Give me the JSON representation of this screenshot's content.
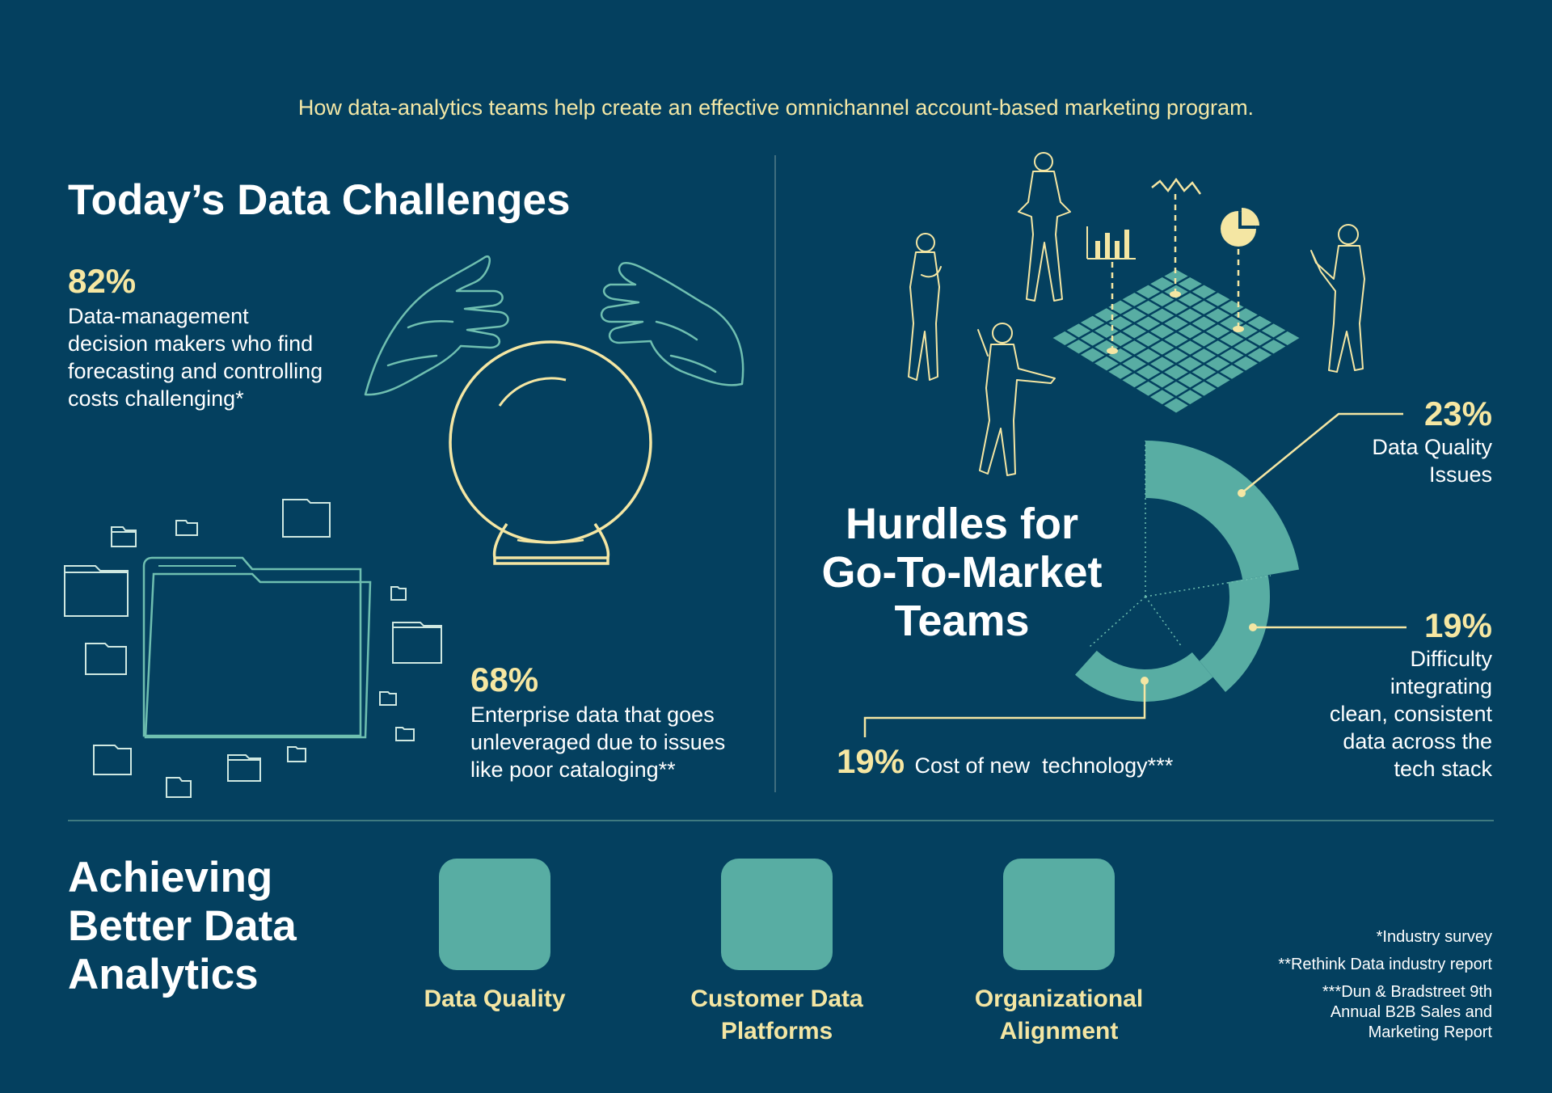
{
  "subtitle": "How data-analytics teams help create an effective omnichannel account-based marketing program.",
  "challenges": {
    "title": "Today’s Data Challenges",
    "stat1": {
      "value": "82%",
      "lines": [
        "Data-management",
        "decision makers who find",
        "forecasting and controlling",
        "costs challenging*"
      ]
    },
    "stat2": {
      "value": "68%",
      "lines": [
        "Enterprise data that goes",
        "unleveraged due to issues",
        "like poor cataloging**"
      ]
    }
  },
  "hurdles": {
    "title_lines": [
      "Hurdles for",
      "Go-To-Market",
      "Teams"
    ],
    "items": [
      {
        "value": "23%",
        "lines": [
          "Data Quality",
          "Issues"
        ]
      },
      {
        "value": "19%",
        "lines": [
          "Difficulty",
          "integrating",
          "clean, consistent",
          "data across the",
          "tech stack"
        ]
      },
      {
        "value": "19%",
        "label": "Cost of new  technology***"
      }
    ]
  },
  "achieving": {
    "title_lines": [
      "Achieving",
      "Better Data",
      "Analytics"
    ],
    "tiles": [
      {
        "lines": [
          "Data Quality"
        ]
      },
      {
        "lines": [
          "Customer Data",
          "Platforms"
        ]
      },
      {
        "lines": [
          "Organizational",
          "Alignment"
        ]
      }
    ]
  },
  "footnotes": [
    "*Industry survey",
    "**Rethink Data industry report",
    "***Dun & Bradstreet 9th",
    "Annual B2B Sales and",
    "Marketing Report"
  ],
  "colors": {
    "background": "#04405f",
    "accent_yellow": "#f6e7a2",
    "teal": "#58ada3",
    "line": "#6fbfb0"
  },
  "icons": [
    "hands-icon",
    "crystal-ball-icon",
    "folder-icon",
    "people-grid-illustration"
  ]
}
